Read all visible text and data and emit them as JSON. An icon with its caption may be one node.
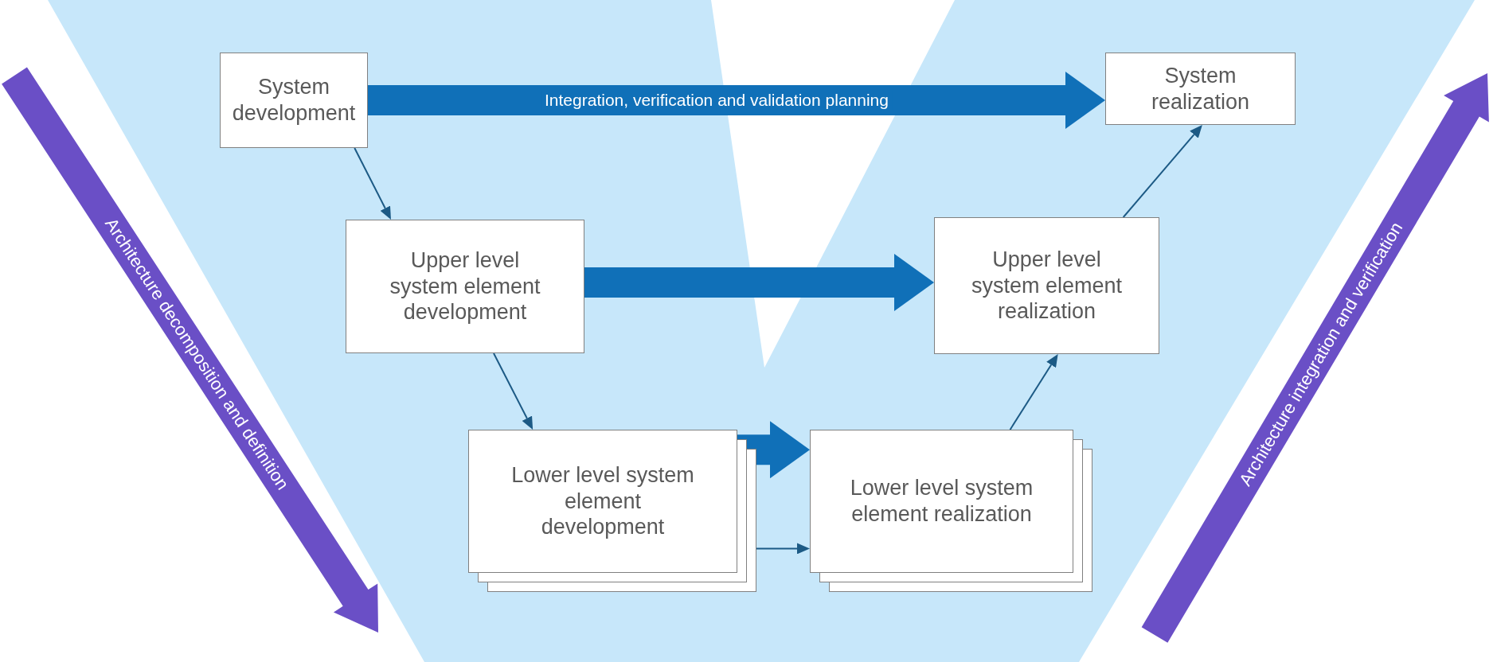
{
  "diagram": {
    "nodes": [
      {
        "text": [
          "System development"
        ]
      },
      {
        "text": [
          "System realization"
        ]
      },
      {
        "text": [
          "Upper level system element development"
        ]
      },
      {
        "text": [
          "Upper level system element realization"
        ]
      },
      {
        "text": [
          "Lower level system element development"
        ]
      },
      {
        "text": [
          "Lower level system element realization"
        ]
      }
    ],
    "edges": [
      {
        "from": 0,
        "to": 1,
        "arrow": "to",
        "label": "Integration, verification and validation planning",
        "style": "thick",
        "color": "#1070b8"
      },
      {
        "from": 0,
        "to": 2,
        "arrow": "to"
      },
      {
        "from": 2,
        "to": 3,
        "arrow": "to",
        "style": "thick",
        "color": "#1070b8"
      },
      {
        "from": 2,
        "to": 4,
        "arrow": "to"
      },
      {
        "from": 4,
        "to": 5,
        "arrow": "to",
        "style": "thick",
        "color": "#1070b8"
      },
      {
        "from": 4,
        "to": 5,
        "arrow": "to"
      },
      {
        "from": 5,
        "to": 3,
        "arrow": "to"
      },
      {
        "from": 3,
        "to": 1,
        "arrow": "to"
      }
    ],
    "labels": [
      "Architecture decomposition and definition",
      "Architecture integration and verification"
    ]
  }
}
